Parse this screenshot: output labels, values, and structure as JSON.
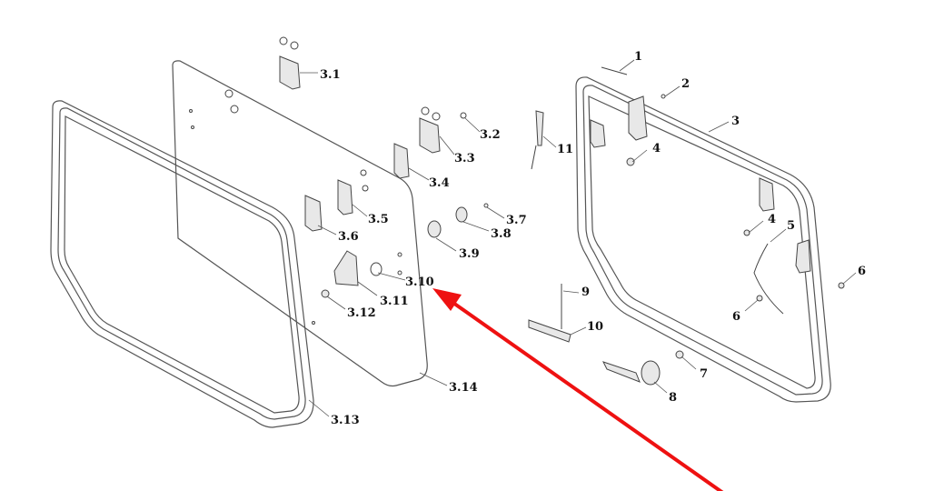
{
  "diagram": {
    "labels": {
      "l3_1": "3.1",
      "l3_2": "3.2",
      "l3_3": "3.3",
      "l3_4": "3.4",
      "l3_5": "3.5",
      "l3_6": "3.6",
      "l3_7": "3.7",
      "l3_8": "3.8",
      "l3_9": "3.9",
      "l3_10": "3.10",
      "l3_11": "3.11",
      "l3_12": "3.12",
      "l3_13": "3.13",
      "l3_14": "3.14",
      "l1": "1",
      "l2": "2",
      "l3": "3",
      "l4a": "4",
      "l4b": "4",
      "l5": "5",
      "l6a": "6",
      "l6b": "6",
      "l7": "7",
      "l8": "8",
      "l9": "9",
      "l10": "10",
      "l11": "11"
    },
    "arrow_color": "#ee1111"
  }
}
